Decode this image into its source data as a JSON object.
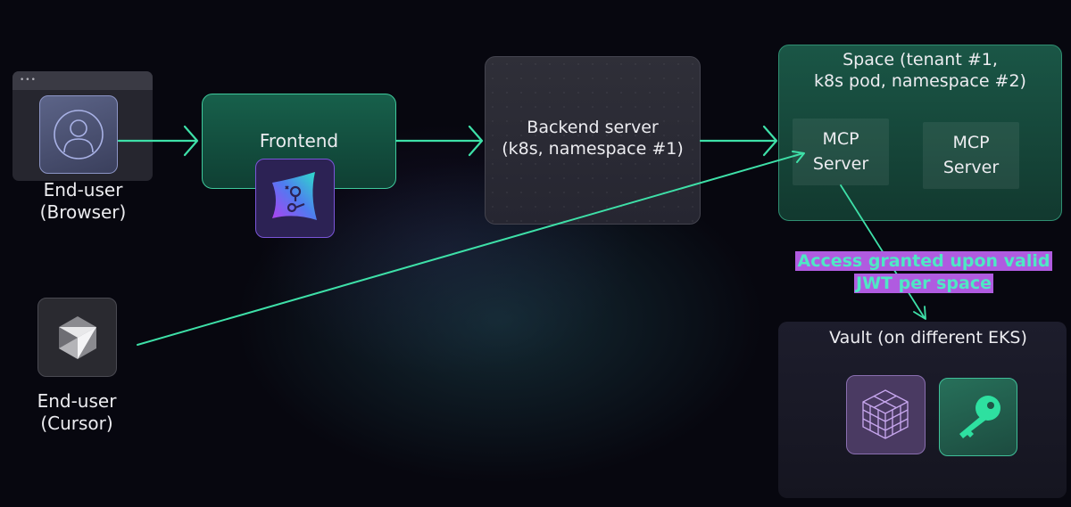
{
  "nodes": {
    "browser_user": {
      "label_line1": "End-user",
      "label_line2": "(Browser)",
      "icon": "user-circle-icon",
      "window_dots": "•••"
    },
    "cursor_user": {
      "label_line1": "End-user",
      "label_line2": "(Cursor)",
      "icon": "cursor-logo-icon"
    },
    "frontend": {
      "label": "Frontend",
      "icon": "app-logo-icon"
    },
    "backend": {
      "label_line1": "Backend server",
      "label_line2": "(k8s, namespace #1)"
    },
    "space": {
      "label_line1": "Space (tenant #1,",
      "label_line2": "k8s pod, namespace #2)",
      "servers": [
        {
          "line1": "MCP",
          "line2": "Server"
        },
        {
          "line1": "MCP",
          "line2": "Server"
        }
      ]
    },
    "vault": {
      "label": "Vault (on different EKS)",
      "icons": [
        "cube-icon",
        "key-icon"
      ]
    }
  },
  "annotation": {
    "line1": "Access granted upon valid",
    "line2": "JWT per space"
  },
  "colors": {
    "arrow": "#3ee0a8",
    "highlight_bg": "#b05be0",
    "highlight_text": "#4fe8c4",
    "background": "#07070f"
  },
  "edges": [
    {
      "from": "browser_user",
      "to": "frontend"
    },
    {
      "from": "frontend",
      "to": "backend"
    },
    {
      "from": "backend",
      "to": "space"
    },
    {
      "from": "cursor_user",
      "to": "mcp_server_1"
    },
    {
      "from": "mcp_server_1",
      "to": "vault"
    }
  ]
}
